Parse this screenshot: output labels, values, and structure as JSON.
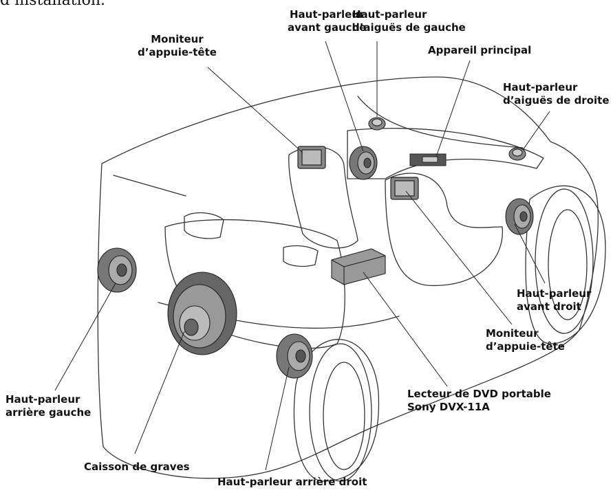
{
  "intro_text": "d’installation.",
  "labels": {
    "front_left": {
      "l1": "Haut-parleur",
      "l2": "avant gauche"
    },
    "tweeter_left": {
      "l1": "Haut-parleur",
      "l2": "d’aiguës de gauche"
    },
    "headrest_top": {
      "l1": "Moniteur",
      "l2": "d’appuie-tête"
    },
    "main_unit": {
      "l1": "Appareil principal"
    },
    "tweeter_right": {
      "l1": "Haut-parleur",
      "l2": "d’aiguës de droite"
    },
    "front_right": {
      "l1": "Haut-parleur",
      "l2": "avant droit"
    },
    "headrest_right": {
      "l1": "Moniteur",
      "l2": "d’appuie-tête"
    },
    "dvd": {
      "l1": "Lecteur de DVD portable",
      "l2": "Sony DVX-11A"
    },
    "rear_left": {
      "l1": "Haut-parleur",
      "l2": "arrière gauche"
    },
    "subwoofer": {
      "l1": "Caisson de graves"
    },
    "rear_right": {
      "l1": "Haut-parleur arrière droit"
    }
  }
}
